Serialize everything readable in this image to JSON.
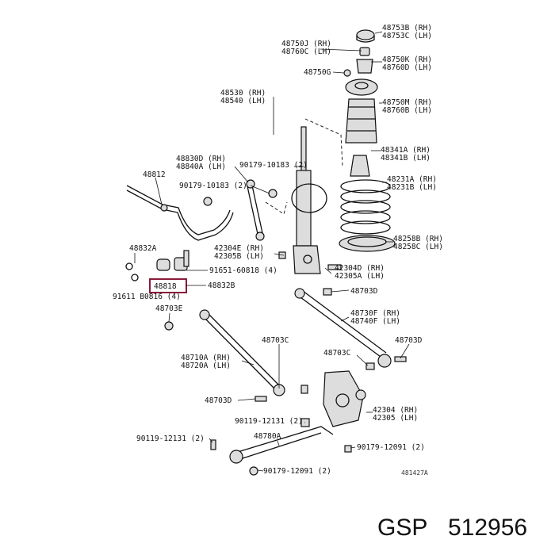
{
  "labels": {
    "p48753": [
      "48753B (RH)",
      "48753C (LH)"
    ],
    "p48750": [
      "48750J (RH)",
      "48760C (LH)"
    ],
    "p48750k": [
      "48750K (RH)",
      "48760D (LH)"
    ],
    "p48750g": "48750G",
    "p48530": [
      "48530 (RH)",
      "48540 (LH)"
    ],
    "p48750m": [
      "48750M (RH)",
      "48760B (LH)"
    ],
    "p48341": [
      "48341A (RH)",
      "48341B (LH)"
    ],
    "p48830": [
      "48830D (RH)",
      "48840A (LH)"
    ],
    "p90179a": "90179-10183 (2)",
    "p48812": "48812",
    "p90179b": "90179-10183 (2)",
    "p48231": [
      "48231A (RH)",
      "48231B (LH)"
    ],
    "p48258": [
      "48258B (RH)",
      "48258C (LH)"
    ],
    "p48832a": "48832A",
    "p42304e": [
      "42304E (RH)",
      "42305B (LH)"
    ],
    "p91651": "91651-60818 (4)",
    "p42304d": [
      "42304D (RH)",
      "42305A (LH)"
    ],
    "p48818": "48818",
    "p48832b": "48832B",
    "p91611": "91611  B0816 (4)",
    "p48703d1": "48703D",
    "p48703e": "48703E",
    "p48730": [
      "48730F (RH)",
      "48740F (LH)"
    ],
    "p48703c1": "48703C",
    "p48703d2": "48703D",
    "p48703c2": "48703C",
    "p48710": [
      "48710A (RH)",
      "48720A (LH)"
    ],
    "p48703d3": "48703D",
    "p42304": [
      "42304 (RH)",
      "42305 (LH)"
    ],
    "p90119a": "90119-12131 (2)",
    "p48780": "48780A",
    "p90119b": "90119-12131 (2)",
    "p90179c": "90179-12091 (2)",
    "p90179d": "90179-12091 (2)",
    "figno": "481427A"
  },
  "footer": {
    "brand": "GSP",
    "part_number": "512956"
  },
  "colors": {
    "highlight": "#8b1a3a",
    "ink": "#111111"
  }
}
